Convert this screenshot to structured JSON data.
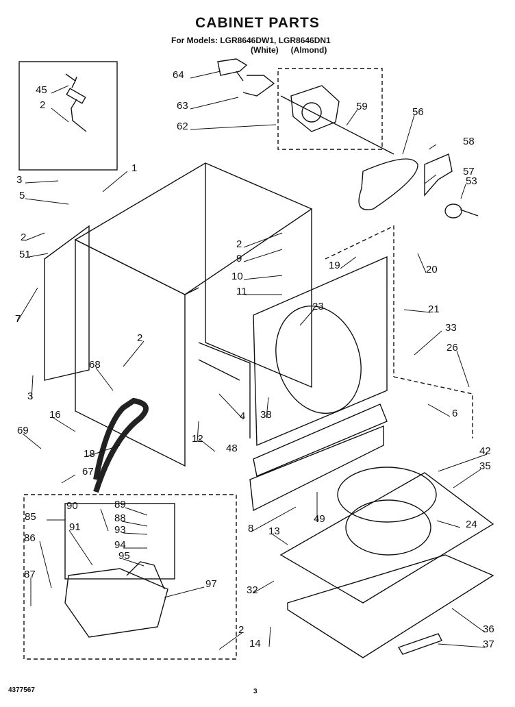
{
  "title": "CABINET PARTS",
  "models_line": "For Models: LGR8646DW1, LGR8646DN1",
  "color_variants": [
    "(White)",
    "(Almond)"
  ],
  "part_document_number": "4377567",
  "page_number": "3",
  "callouts": [
    {
      "id": "45"
    },
    {
      "id": "2"
    },
    {
      "id": "64"
    },
    {
      "id": "63"
    },
    {
      "id": "62"
    },
    {
      "id": "59"
    },
    {
      "id": "56"
    },
    {
      "id": "58"
    },
    {
      "id": "57"
    },
    {
      "id": "53"
    },
    {
      "id": "1"
    },
    {
      "id": "3"
    },
    {
      "id": "5"
    },
    {
      "id": "2"
    },
    {
      "id": "51"
    },
    {
      "id": "7"
    },
    {
      "id": "2"
    },
    {
      "id": "9"
    },
    {
      "id": "10"
    },
    {
      "id": "11"
    },
    {
      "id": "19"
    },
    {
      "id": "20"
    },
    {
      "id": "23"
    },
    {
      "id": "21"
    },
    {
      "id": "33"
    },
    {
      "id": "26"
    },
    {
      "id": "2"
    },
    {
      "id": "68"
    },
    {
      "id": "3"
    },
    {
      "id": "16"
    },
    {
      "id": "69"
    },
    {
      "id": "18"
    },
    {
      "id": "67"
    },
    {
      "id": "12"
    },
    {
      "id": "4"
    },
    {
      "id": "38"
    },
    {
      "id": "6"
    },
    {
      "id": "48"
    },
    {
      "id": "42"
    },
    {
      "id": "35"
    },
    {
      "id": "85"
    },
    {
      "id": "90"
    },
    {
      "id": "89"
    },
    {
      "id": "88"
    },
    {
      "id": "91"
    },
    {
      "id": "93"
    },
    {
      "id": "86"
    },
    {
      "id": "94"
    },
    {
      "id": "95"
    },
    {
      "id": "87"
    },
    {
      "id": "97"
    },
    {
      "id": "8"
    },
    {
      "id": "49"
    },
    {
      "id": "13"
    },
    {
      "id": "24"
    },
    {
      "id": "32"
    },
    {
      "id": "2"
    },
    {
      "id": "14"
    },
    {
      "id": "36"
    },
    {
      "id": "37"
    }
  ]
}
